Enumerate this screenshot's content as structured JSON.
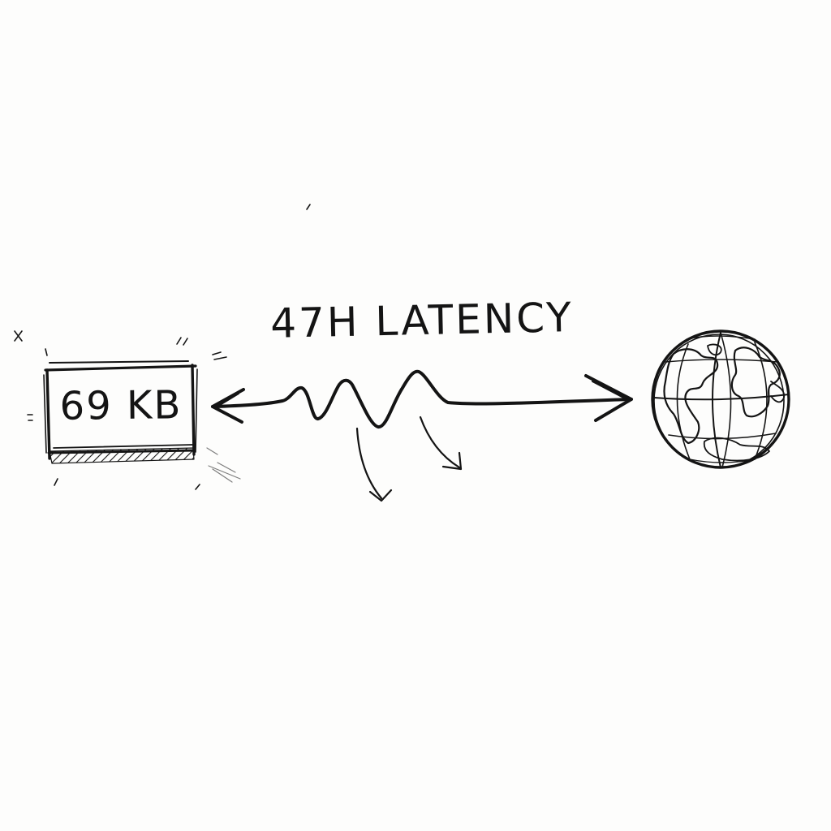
{
  "diagram": {
    "latency_label": "47H LATENCY",
    "payload_label": "69 KB",
    "nodes": [
      {
        "id": "payload-box",
        "label": "69 KB",
        "icon": "data-box"
      },
      {
        "id": "earth",
        "label": "",
        "icon": "globe-icon"
      }
    ],
    "edges": [
      {
        "from": "payload-box",
        "to": "earth",
        "label": "47H LATENCY",
        "style": "bidirectional-wavy-arrow"
      }
    ],
    "ink_color": "#141414",
    "paper_color": "#fdfdfc"
  }
}
